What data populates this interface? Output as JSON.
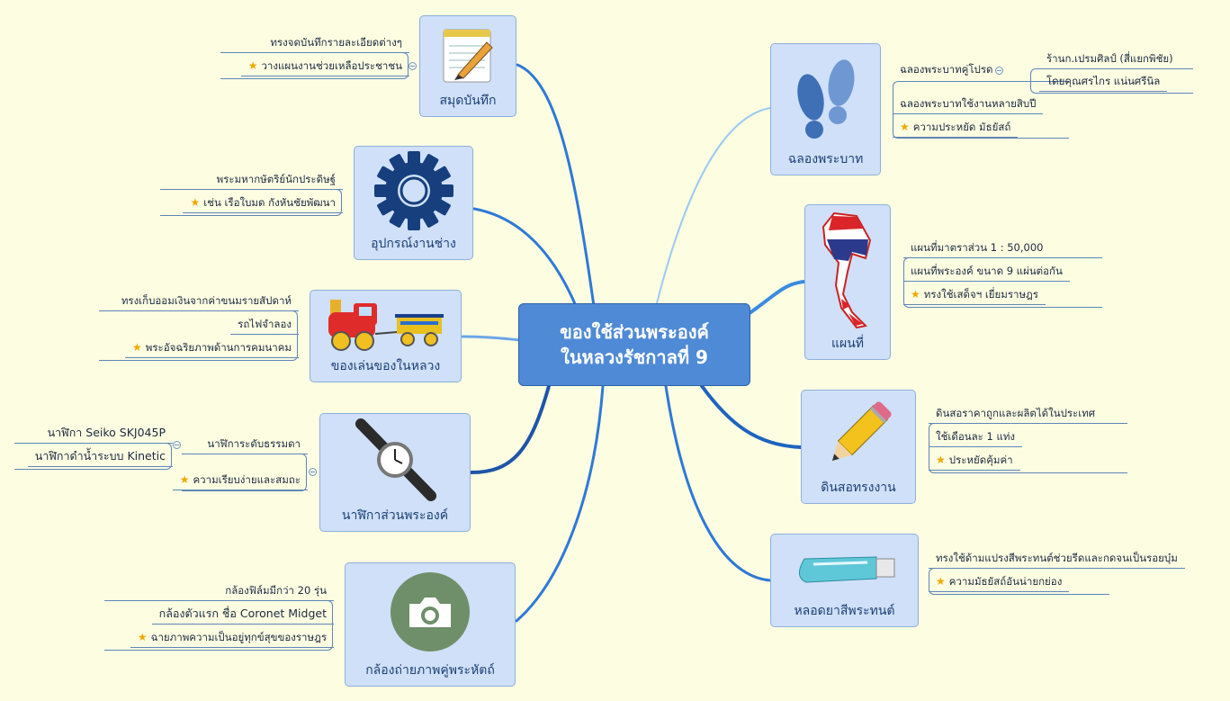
{
  "central": {
    "line1": "ของใช้ส่วนพระองค์",
    "line2": "ในหลวงรัชกาลที่ 9"
  },
  "colors": {
    "background": "#fdfde2",
    "topic": "#cfe0f8",
    "central": "#4f8ad6",
    "link": "#2f79d6",
    "star": "#f0a800"
  },
  "topics": [
    {
      "label": "สมุดบันทึก",
      "icon": "notepad-icon",
      "items": [
        "ทรงจดบันทึกรายละเอียดต่างๆ",
        "วางแผนงานช่วยเหลือประชาชน"
      ]
    },
    {
      "label": "อุปกรณ์งานช่าง",
      "icon": "gear-icon",
      "items": [
        "พระมหากษัตริย์นักประดิษฐ์",
        "เช่น เรือใบมด กังหันชัยพัฒนา"
      ]
    },
    {
      "label": "ของเล่นของในหลวง",
      "icon": "toy-train-icon",
      "items": [
        "ทรงเก็บออมเงินจากค่าขนมรายสัปดาห์",
        "รถไฟจำลอง",
        "พระอัจฉริยภาพด้านการคมนาคม"
      ]
    },
    {
      "label": "นาฬิกาส่วนพระองค์",
      "icon": "wristwatch-icon",
      "items": [
        "นาฬิการะดับธรรมดา",
        "ความเรียบง่ายและสมถะ"
      ],
      "subitems": [
        "นาฬิกา Seiko SKJ045P",
        "นาฬิกาดำน้ำระบบ Kinetic"
      ]
    },
    {
      "label": "กล้องถ่ายภาพคู่พระหัตถ์",
      "icon": "camera-icon",
      "items": [
        "กล้องฟิล์มมีกว่า 20 รุ่น",
        "กล้องตัวแรก ชื่อ Coronet Midget",
        "ฉายภาพความเป็นอยู่ทุกข์สุขของราษฎร"
      ]
    },
    {
      "label": "ฉลองพระบาท",
      "icon": "footprints-icon",
      "items": [
        "ฉลองพระบาทคู่โปรด",
        "ฉลองพระบาทใช้งานหลายสิบปี",
        "ความประหยัด มัธยัสถ์"
      ],
      "subitems": [
        "ร้านก.เปรมศิลป์ (สี่แยกพิชัย)",
        "โดยคุณศรไกร แน่นศรีนิล"
      ]
    },
    {
      "label": "แผนที่",
      "icon": "thailand-map-icon",
      "items": [
        "แผนที่มาตราส่วน 1 : 50,000",
        "แผนที่พระองค์ ขนาด 9 แผ่นต่อกัน",
        "ทรงใช้เสด็จฯ เยี่ยมราษฎร"
      ]
    },
    {
      "label": "ดินสอทรงงาน",
      "icon": "pencil-icon",
      "items": [
        "ดินสอราคาถูกและผลิตได้ในประเทศ",
        "ใช้เดือนละ 1 แท่ง",
        "ประหยัดคุ้มค่า"
      ]
    },
    {
      "label": "หลอดยาสีพระทนต์",
      "icon": "toothpaste-icon",
      "items": [
        "ทรงใช้ด้ามแปรงสีพระทนต์ช่วยรีดและกดจนเป็นรอยบุ๋ม",
        "ความมัธยัสถ์อันน่ายกย่อง"
      ]
    }
  ]
}
